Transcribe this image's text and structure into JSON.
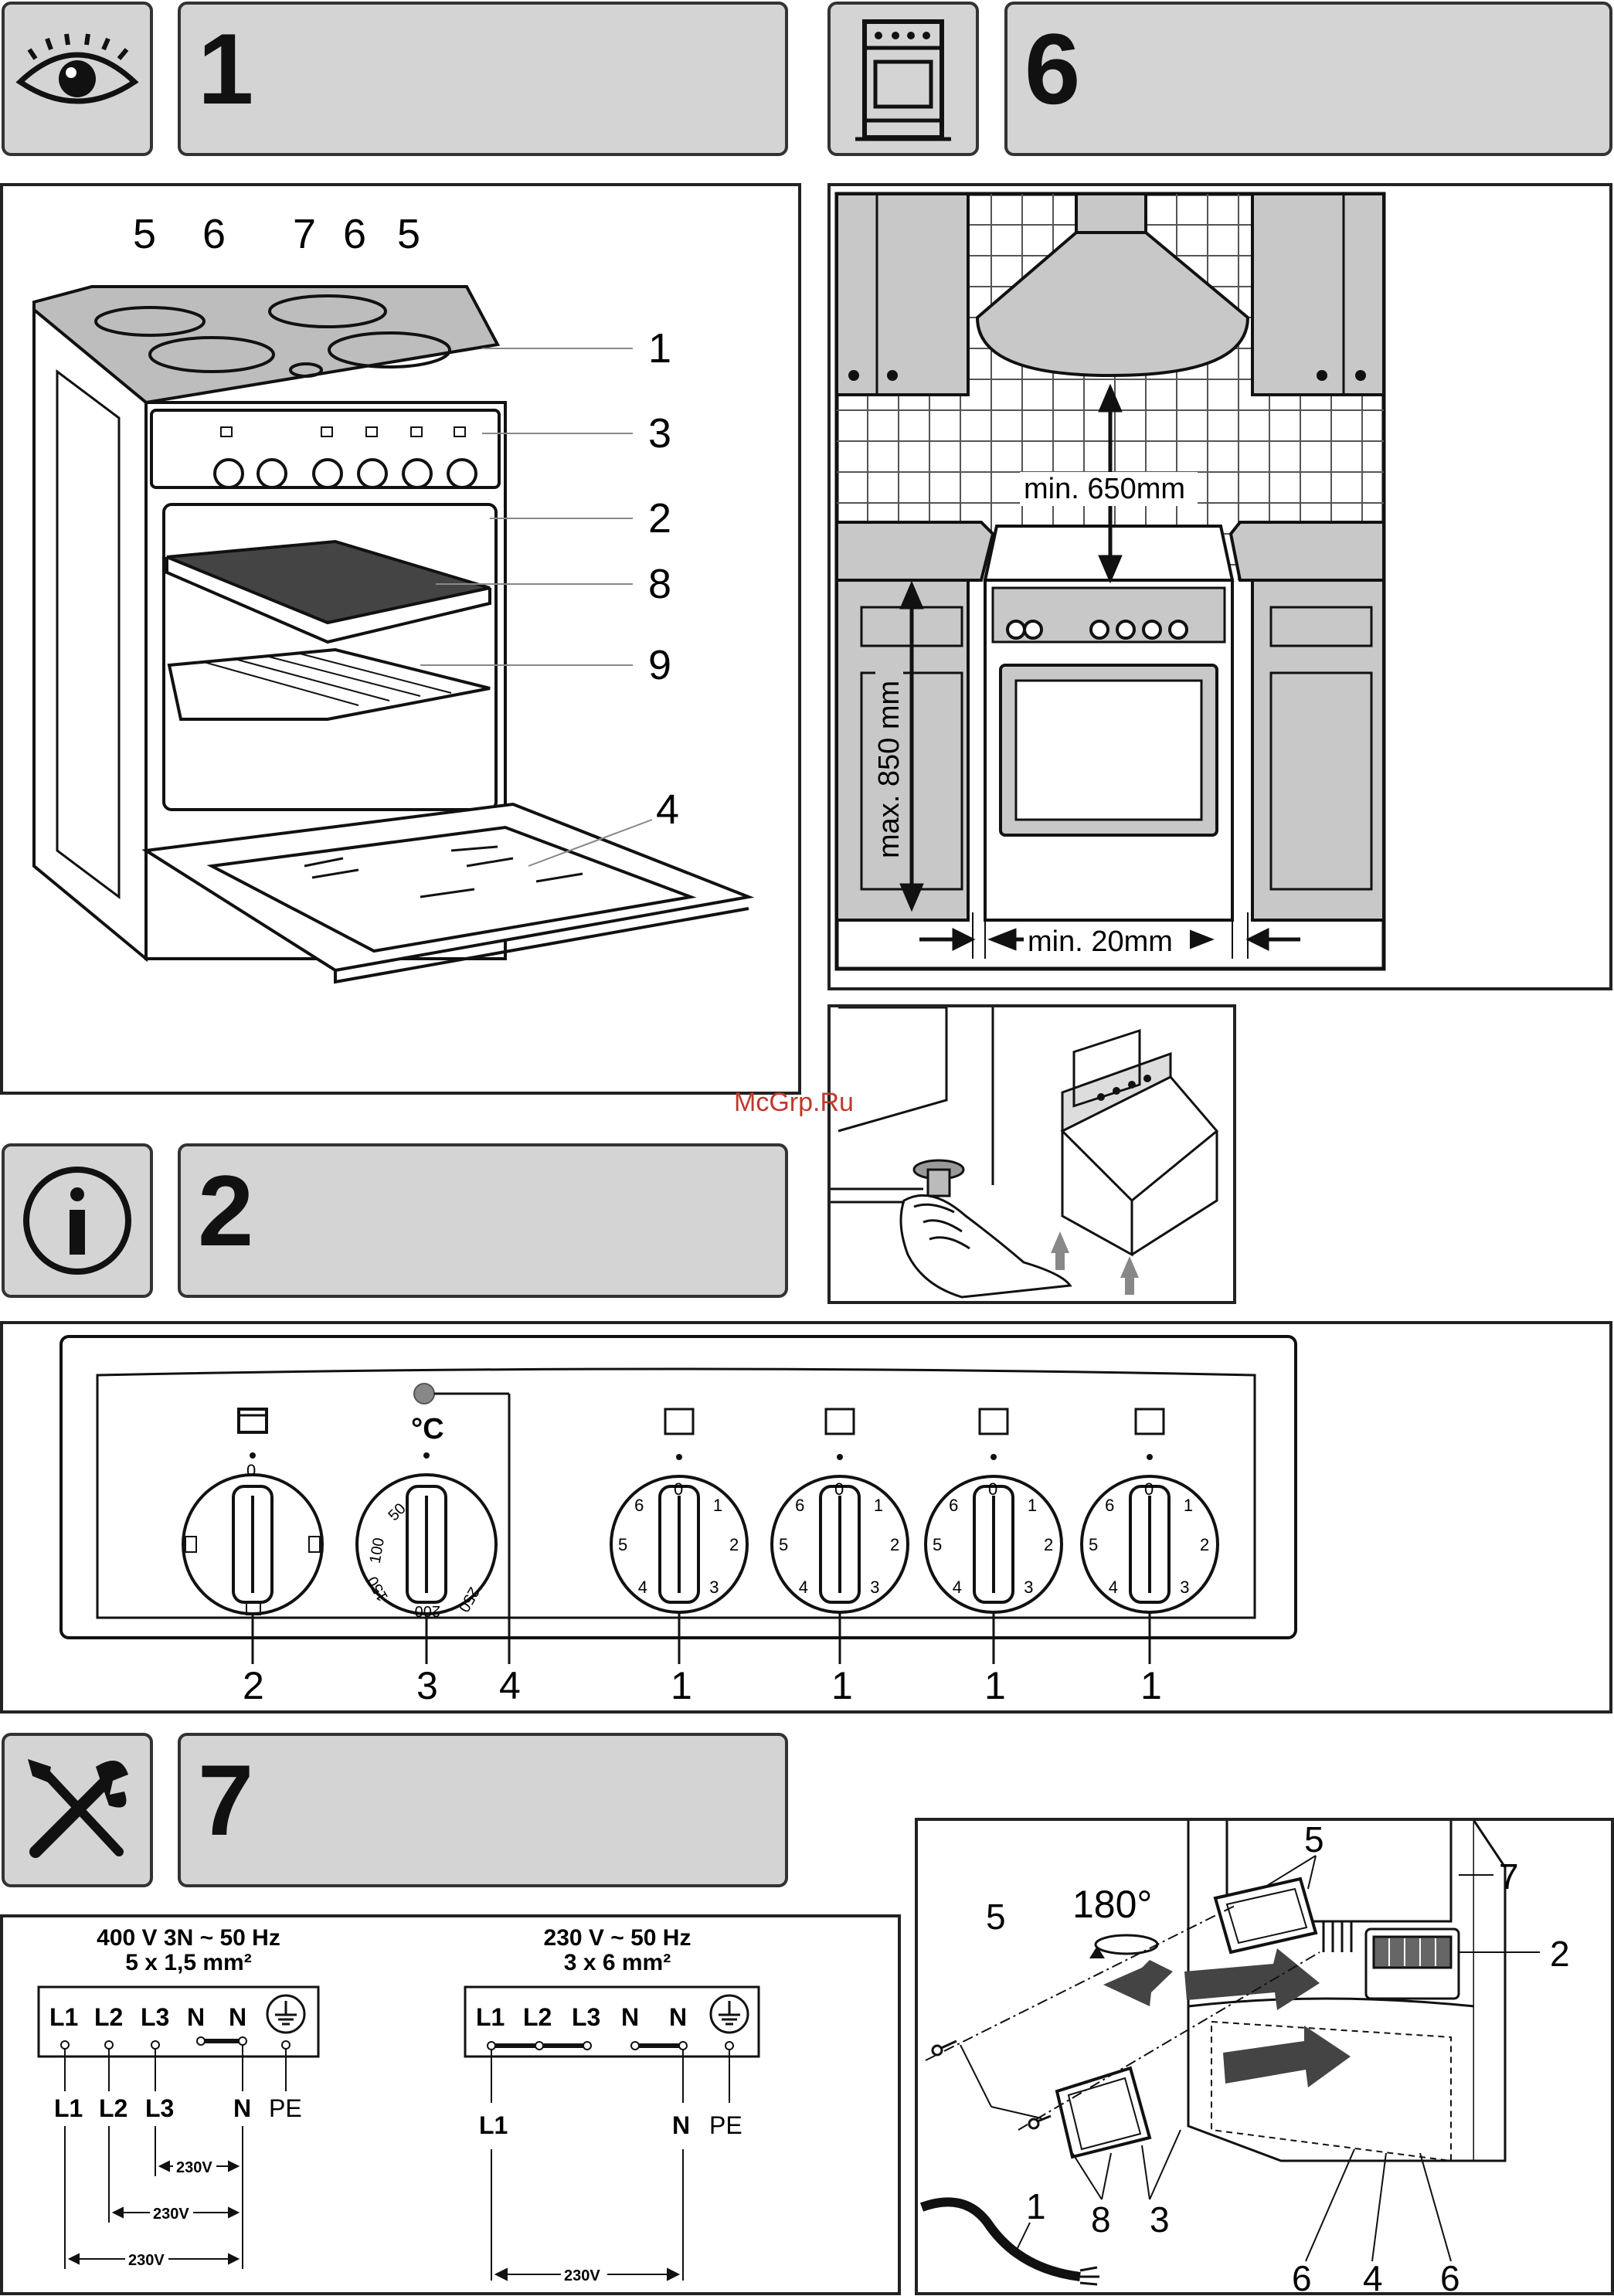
{
  "sections": {
    "s1": {
      "num": "1",
      "icon": "eye-icon"
    },
    "s6": {
      "num": "6",
      "icon": "cooker-icon"
    },
    "s2": {
      "num": "2",
      "icon": "info-icon"
    },
    "s7": {
      "num": "7",
      "icon": "tools-icon"
    }
  },
  "fig_cooker": {
    "labels_top": [
      "5",
      "6",
      "7",
      "6",
      "5"
    ],
    "labels_side": [
      "1",
      "3",
      "2",
      "8",
      "9",
      "4"
    ]
  },
  "fig_kitchen": {
    "min_hood": "min. 650mm",
    "max_height": "max. 850 mm",
    "min_gap": "min. 20mm"
  },
  "watermark": "McGrp.Ru",
  "fig_panel": {
    "temp_unit": "°C",
    "thermostat_scale": [
      "50",
      "100",
      "150",
      "200",
      "250"
    ],
    "hob_scale": [
      "0",
      "1",
      "2",
      "3",
      "4",
      "5",
      "6"
    ],
    "selector_zero": "0",
    "labels": [
      "2",
      "3",
      "4",
      "1",
      "1",
      "1",
      "1"
    ]
  },
  "wiring": {
    "left": {
      "supply": "400 V 3N ~ 50 Hz",
      "cable": "5 x 1,5 mm²",
      "terminals": [
        "L1",
        "L2",
        "L3",
        "N",
        "N"
      ],
      "conductors": [
        "L1",
        "L2",
        "L3",
        "N",
        "PE"
      ],
      "voltages": [
        "230V",
        "230V",
        "230V"
      ]
    },
    "right": {
      "supply": "230 V ~ 50 Hz",
      "cable": "3 x 6 mm²",
      "terminals": [
        "L1",
        "L2",
        "L3",
        "N",
        "N"
      ],
      "conductors": [
        "L1",
        "N",
        "PE"
      ],
      "voltage": "230V"
    }
  },
  "fig_rear": {
    "rotation": "180°",
    "labels": [
      "5",
      "7",
      "2",
      "5",
      "8",
      "3",
      "1",
      "6",
      "4",
      "6"
    ]
  }
}
